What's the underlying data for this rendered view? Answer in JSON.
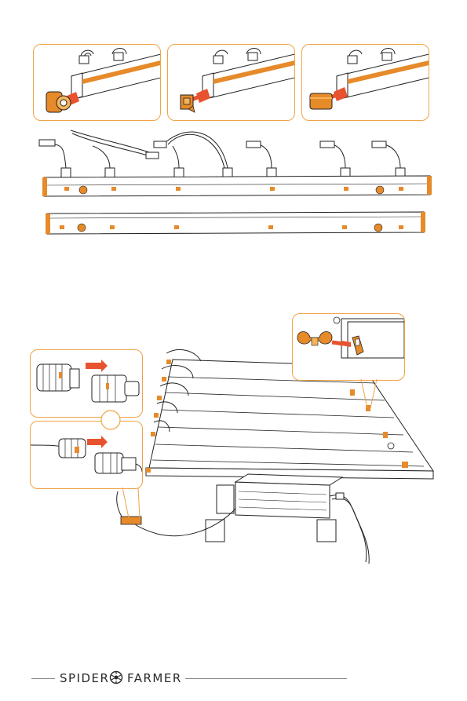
{
  "brand": {
    "left_word": "SPIDER",
    "right_word": "FARMER",
    "logo_icon": "spider-logo-icon"
  },
  "colors": {
    "accent": "#f0a347",
    "arrow": "#e8532f",
    "part": "#e68a2a",
    "line": "#222222"
  },
  "step1": {
    "panels": [
      {
        "part": "wing-nut-with-washer"
      },
      {
        "part": "square-nut"
      },
      {
        "part": "end-cap"
      }
    ]
  }
}
